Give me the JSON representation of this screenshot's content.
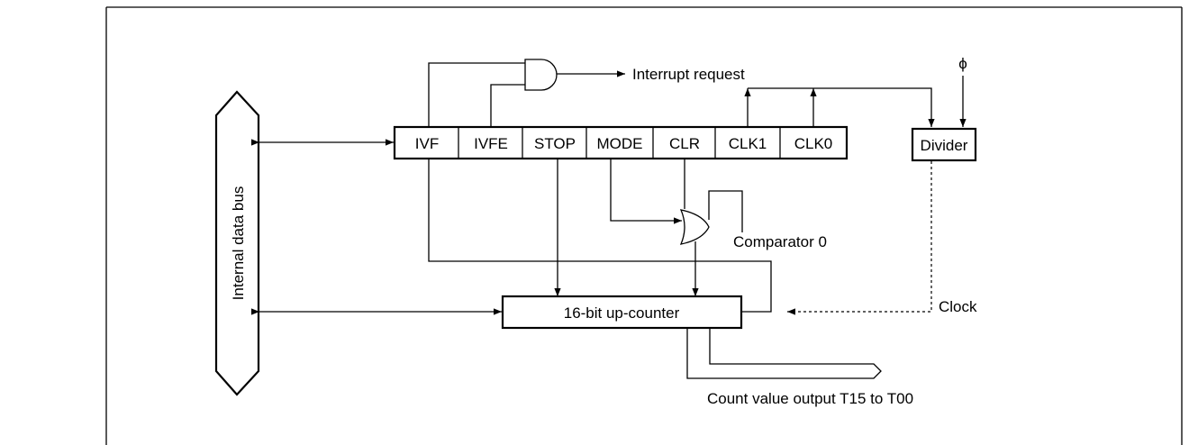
{
  "diagram": {
    "bus_label": "Internal data bus",
    "register_fields": [
      "IVF",
      "IVFE",
      "STOP",
      "MODE",
      "CLR",
      "CLK1",
      "CLK0"
    ],
    "divider_label": "Divider",
    "phi_label": "ϕ",
    "interrupt_label": "Interrupt request",
    "comparator_label": "Comparator 0",
    "counter_label": "16-bit up-counter",
    "clock_label": "Clock",
    "output_label": "Count value output T15 to T00"
  },
  "colors": {
    "line": "#000000",
    "background": "#ffffff"
  }
}
